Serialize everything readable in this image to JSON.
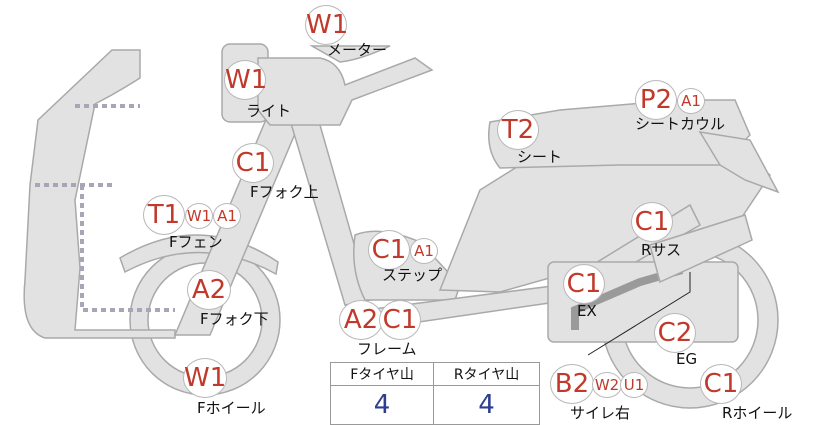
{
  "badges": [
    {
      "id": "meter",
      "codes": [
        "W1"
      ],
      "label": "メーター"
    },
    {
      "id": "light",
      "codes": [
        "W1"
      ],
      "label": "ライト"
    },
    {
      "id": "ffork-upper",
      "codes": [
        "C1"
      ],
      "label": "Fフォク上"
    },
    {
      "id": "ffender",
      "codes": [
        "T1",
        "W1",
        "A1"
      ],
      "label": "Fフェン"
    },
    {
      "id": "ffork-lower",
      "codes": [
        "A2"
      ],
      "label": "Fフォク下"
    },
    {
      "id": "fwheel",
      "codes": [
        "W1"
      ],
      "label": "Fホイール"
    },
    {
      "id": "step",
      "codes": [
        "C1",
        "A1"
      ],
      "label": "ステップ"
    },
    {
      "id": "frame",
      "codes": [
        "A2",
        "C1"
      ],
      "label": "フレーム"
    },
    {
      "id": "seat",
      "codes": [
        "T2"
      ],
      "label": "シート"
    },
    {
      "id": "seat-cowl",
      "codes": [
        "P2",
        "A1"
      ],
      "label": "シートカウル"
    },
    {
      "id": "rsus",
      "codes": [
        "C1"
      ],
      "label": "Rサス"
    },
    {
      "id": "ex",
      "codes": [
        "C1"
      ],
      "label": "EX"
    },
    {
      "id": "eg",
      "codes": [
        "C2"
      ],
      "label": "EG"
    },
    {
      "id": "muffler-right",
      "codes": [
        "B2",
        "W2",
        "U1"
      ],
      "label": "サイレ右"
    },
    {
      "id": "rwheel",
      "codes": [
        "C1"
      ],
      "label": "Rホイール"
    }
  ],
  "tire_table": {
    "headers": [
      "Fタイヤ山",
      "Rタイヤ山"
    ],
    "values": [
      "4",
      "4"
    ]
  }
}
